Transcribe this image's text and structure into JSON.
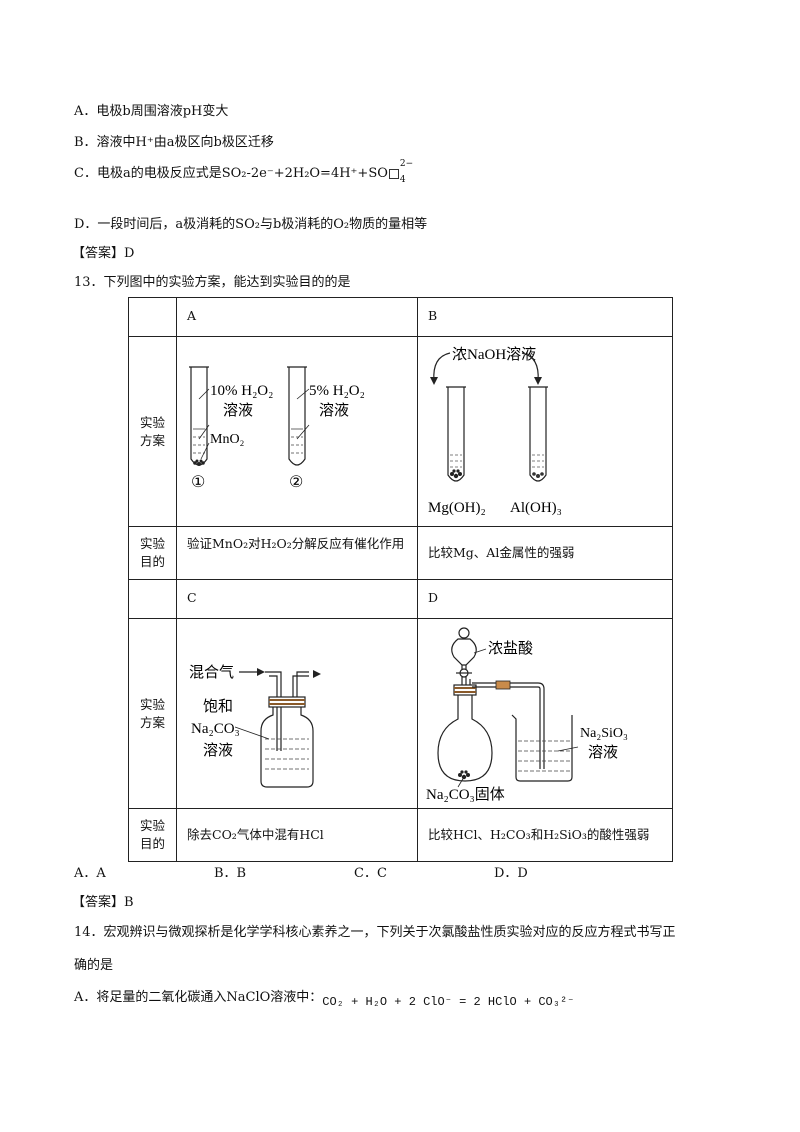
{
  "q12": {
    "optA": "A．电极b周围溶液pH变大",
    "optB": "B．溶液中H⁺由a极区向b极区迁移",
    "optC_pre": "C．电极a的电极反应式是SO₂-2e⁻+2H₂O=4H⁺+SO",
    "optC_sup": "2−",
    "optC_sub": "4",
    "optD": "D．一段时间后，a极消耗的SO₂与b极消耗的O₂物质的量相等",
    "answer": "【答案】D"
  },
  "q13": {
    "stem": "13．下列图中的实验方案，能达到实验目的的是",
    "row_label_plan": "实验方案",
    "row_label_goal": "实验目的",
    "col_A": "A",
    "col_B": "B",
    "col_C": "C",
    "col_D": "D",
    "A_plan": {
      "tube1_label1": "10% H₂O₂",
      "tube1_label2": "溶液",
      "tube1_label3": "MnO₂",
      "tube1_num": "①",
      "tube2_label1": "5% H₂O₂",
      "tube2_label2": "溶液",
      "tube2_num": "②"
    },
    "B_plan": {
      "reagent": "浓NaOH溶液",
      "tube1": "Mg(OH)₂",
      "tube2": "Al(OH)₃"
    },
    "C_plan": {
      "gas": "混合气",
      "sol1": "饱和",
      "sol2": "Na₂CO₃",
      "sol3": "溶液"
    },
    "D_plan": {
      "acid": "浓盐酸",
      "solid": "Na₂CO₃固体",
      "beaker1": "Na₂SiO₃",
      "beaker2": "溶液"
    },
    "A_goal": "验证MnO₂对H₂O₂分解反应有催化作用",
    "B_goal": "比较Mg、Al金属性的强弱",
    "C_goal": "除去CO₂气体中混有HCl",
    "D_goal": "比较HCl、H₂CO₃和H₂SiO₃的酸性强弱",
    "options": [
      "A．A",
      "B．B",
      "C．C",
      "D．D"
    ],
    "answer": "【答案】B"
  },
  "q14": {
    "stem1": "14．宏观辨识与微观探析是化学学科核心素养之一，下列关于次氯酸盐性质实验对应的反应方程式书写正",
    "stem2": "确的是",
    "optA_text": "A．将足量的二氧化碳通入NaClO溶液中：",
    "optA_eq": "CO₂ + H₂O + 2 ClO⁻ = 2 HClO + CO₃²⁻"
  }
}
